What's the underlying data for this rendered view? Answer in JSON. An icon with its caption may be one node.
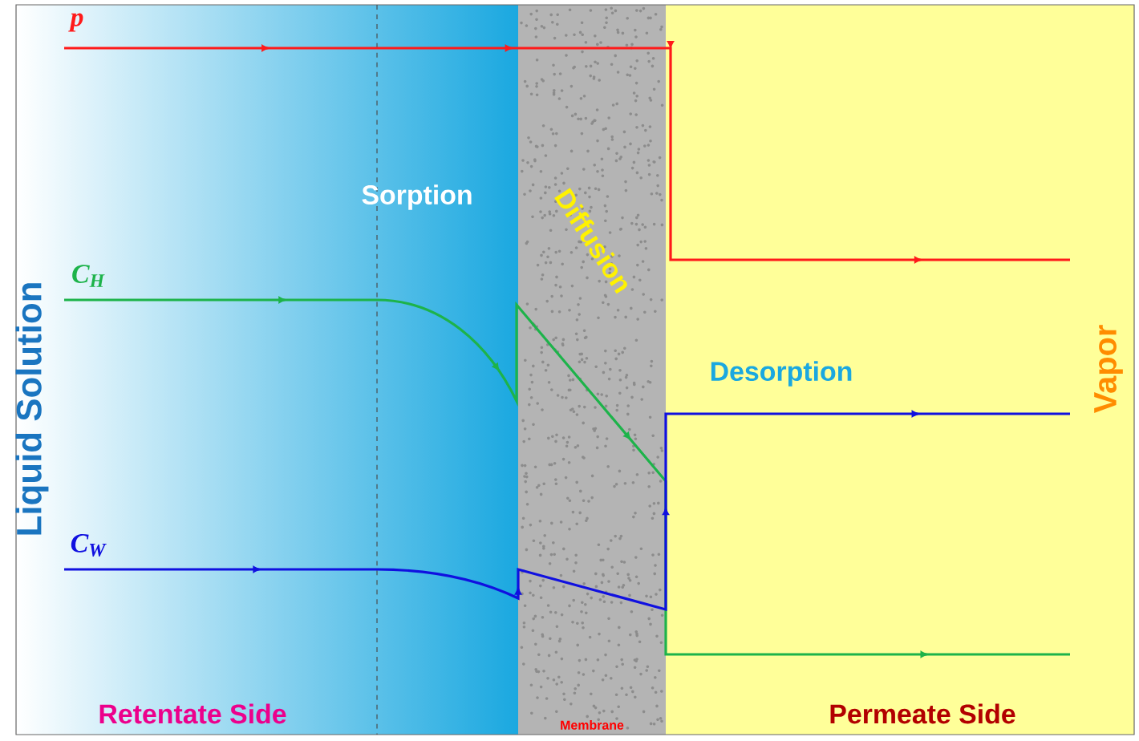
{
  "diagram": {
    "nodes": [
      {
        "text": [
          "Liquid Solution",
          "Sorption",
          "Retentate Side"
        ]
      },
      {
        "text": [
          "Diffusion",
          "Membrane"
        ]
      },
      {
        "text": [
          "Desorption",
          "Vapor",
          "Permeate Side"
        ]
      }
    ],
    "labels": [
      "p",
      "C$_{H}$",
      "C$_{W}$"
    ]
  }
}
